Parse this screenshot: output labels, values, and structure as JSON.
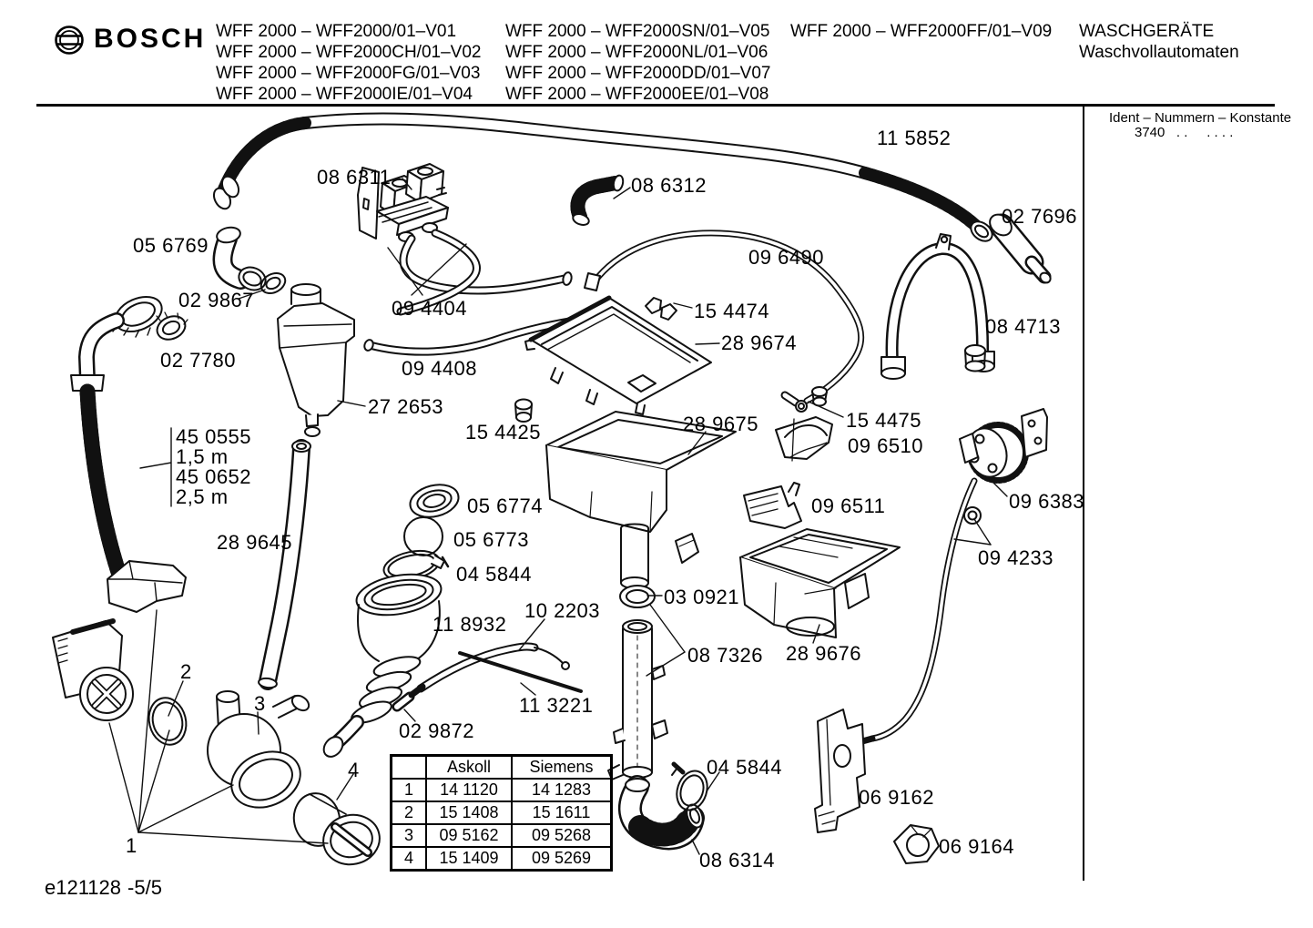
{
  "header": {
    "brand": "BOSCH",
    "models_col1": [
      "WFF 2000 – WFF2000/01–V01",
      "WFF 2000 – WFF2000CH/01–V02",
      "WFF 2000 – WFF2000FG/01–V03",
      "WFF 2000 – WFF2000IE/01–V04"
    ],
    "models_col2": [
      "WFF 2000 – WFF2000SN/01–V05",
      "WFF 2000 – WFF2000NL/01–V06",
      "WFF 2000 – WFF2000DD/01–V07",
      "WFF 2000 – WFF2000EE/01–V08"
    ],
    "models_col3": [
      "WFF 2000 – WFF2000FF/01–V09"
    ],
    "title_line1": "WASCHGERÄTE",
    "title_line2": "Waschvollautomaten"
  },
  "ident": {
    "line1": "Ident – Nummern – Konstante",
    "line2": "3740   . .     . . . ."
  },
  "footer": {
    "doc": "e121128",
    "page": "-5/5"
  },
  "table": {
    "corner": "",
    "col_askoll": "Askoll",
    "col_siemens": "Siemens",
    "rows": [
      [
        "1",
        "14 1120",
        "14 1283"
      ],
      [
        "2",
        "15 1408",
        "15 1611"
      ],
      [
        "3",
        "09 5162",
        "09 5268"
      ],
      [
        "4",
        "15 1409",
        "09 5269"
      ]
    ]
  },
  "parts": [
    {
      "label": "11 5852"
    },
    {
      "label": "08 6311"
    },
    {
      "label": "08 6312"
    },
    {
      "label": "02 7696"
    },
    {
      "label": "05 6769"
    },
    {
      "label": "09 6490"
    },
    {
      "label": "02 9867"
    },
    {
      "label": "09 4404"
    },
    {
      "label": "15 4474"
    },
    {
      "label": "08 4713"
    },
    {
      "label": "28 9674"
    },
    {
      "label": "02 7780"
    },
    {
      "label": "09 4408"
    },
    {
      "label": "27 2653"
    },
    {
      "label": "15 4425"
    },
    {
      "label": "45 0555"
    },
    {
      "label": "1,5 m"
    },
    {
      "label": "45 0652"
    },
    {
      "label": "2,5 m"
    },
    {
      "label": "28 9675"
    },
    {
      "label": "15 4475"
    },
    {
      "label": "09 6510"
    },
    {
      "label": "09 6511"
    },
    {
      "label": "09 6383"
    },
    {
      "label": "05 6774"
    },
    {
      "label": "05 6773"
    },
    {
      "label": "04 5844"
    },
    {
      "label": "28 9645"
    },
    {
      "label": "09 4233"
    },
    {
      "label": "03 0921"
    },
    {
      "label": "10 2203"
    },
    {
      "label": "11 8932"
    },
    {
      "label": "08 7326"
    },
    {
      "label": "28 9676"
    },
    {
      "label": "11 3221"
    },
    {
      "label": "02 9872"
    },
    {
      "label": "04 5844"
    },
    {
      "label": "06 9162"
    },
    {
      "label": "08 6314"
    },
    {
      "label": "06 9164"
    },
    {
      "label": "2"
    },
    {
      "label": "3"
    },
    {
      "label": "4"
    },
    {
      "label": "1"
    }
  ]
}
